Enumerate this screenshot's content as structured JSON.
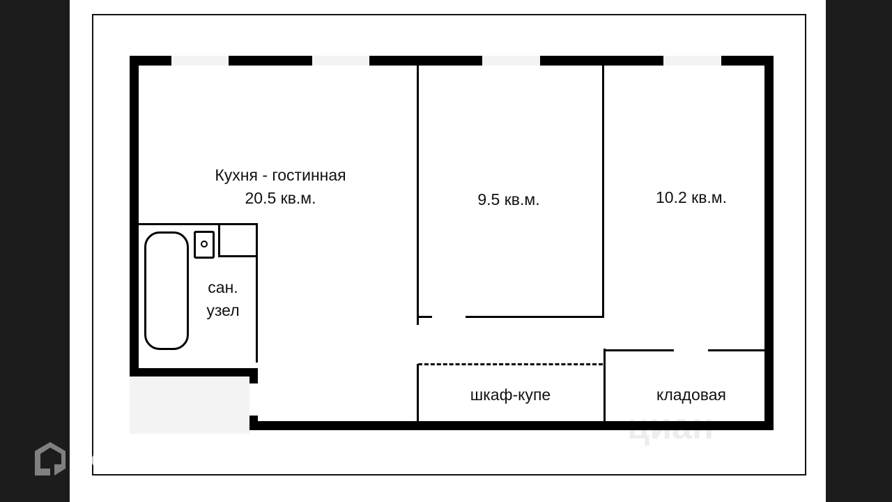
{
  "rooms": {
    "kitchen_name": "Кухня - гостинная",
    "kitchen_area": "20.5 кв.м.",
    "room1_area": "9.5 кв.м.",
    "room2_area": "10.2 кв.м.",
    "bathroom_line1": "сан.",
    "bathroom_line2": "узел",
    "wardrobe": "шкаф-купе",
    "storage": "кладовая"
  },
  "watermarks": {
    "domclick": "Домклик",
    "cian": "циан"
  }
}
